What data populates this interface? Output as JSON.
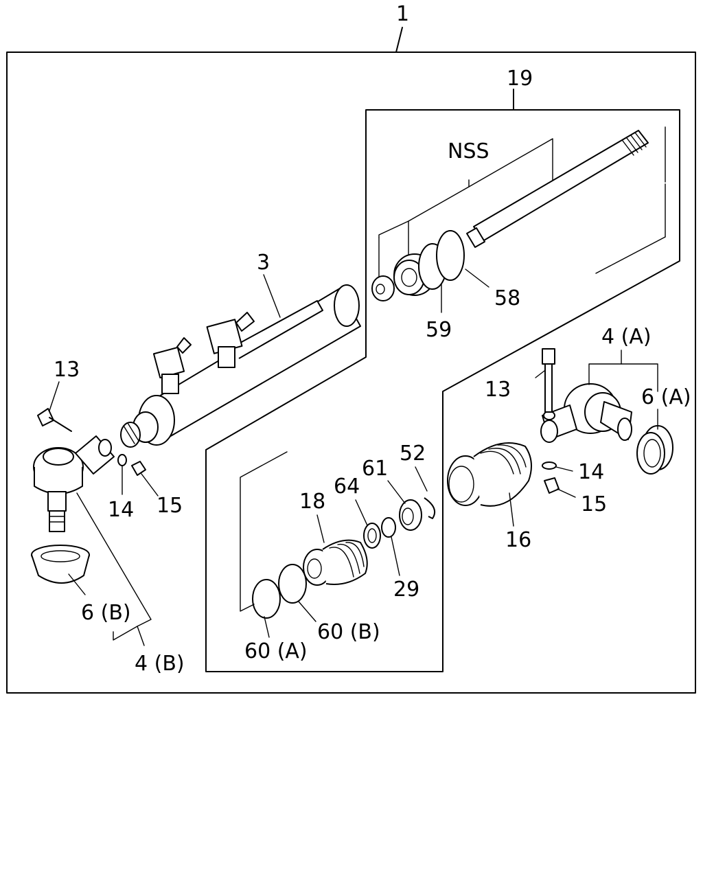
{
  "diagram": {
    "title_ref": "1",
    "labels": {
      "p1": "1",
      "p19": "19",
      "nss": "NSS",
      "p3": "3",
      "p58": "58",
      "p59": "59",
      "p13_left": "13",
      "p14_left": "14",
      "p15_left": "15",
      "p6b": "6 (B)",
      "p4b": "4 (B)",
      "p4a": "4 (A)",
      "p13_right": "13",
      "p6a": "6 (A)",
      "p14_right": "14",
      "p15_right": "15",
      "p16": "16",
      "p52": "52",
      "p61": "61",
      "p64": "64",
      "p18": "18",
      "p29": "29",
      "p60b": "60 (B)",
      "p60a": "60 (A)"
    }
  }
}
